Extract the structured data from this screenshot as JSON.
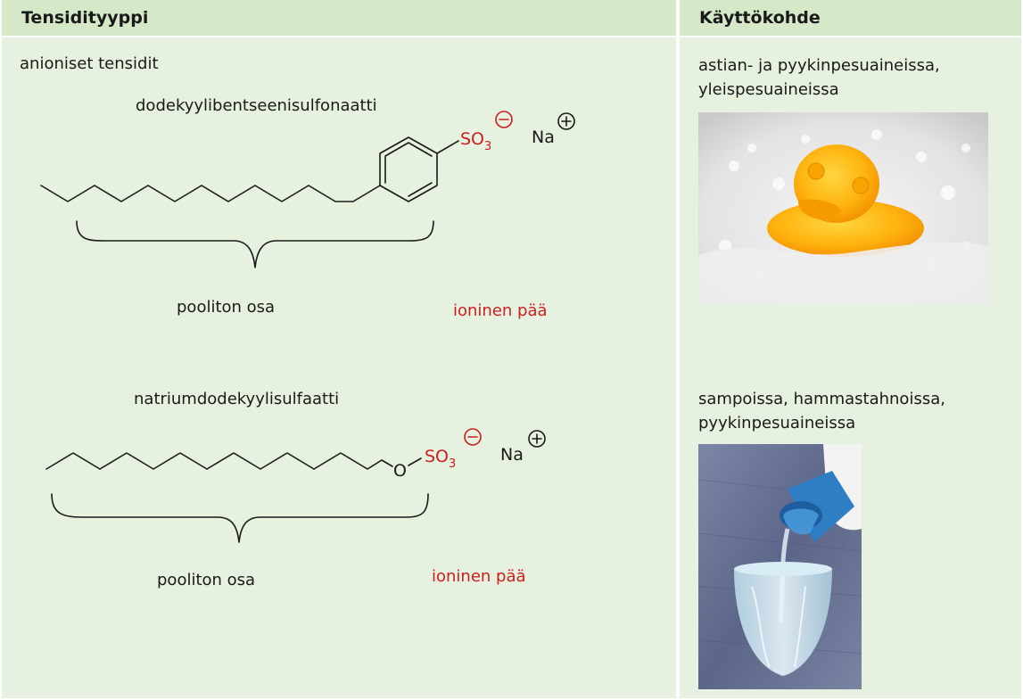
{
  "table": {
    "header_type": "Tensidityyppi",
    "header_use": "Käyttökohde"
  },
  "left": {
    "category": "anioniset tensidit",
    "compound1": {
      "name": "dodekyylibentseenisulfonaatti",
      "group": "SO",
      "group_sub": "3",
      "counterion": "Na",
      "nonpolar_label": "pooliton osa",
      "ionic_label": "ioninen pää"
    },
    "compound2": {
      "name": "natriumdodekyylisulfaatti",
      "oxygen": "O",
      "group": "SO",
      "group_sub": "3",
      "counterion": "Na",
      "nonpolar_label": "pooliton osa",
      "ionic_label": "ioninen pää"
    }
  },
  "right": {
    "use1_line1": "astian- ja pyykinpesuaineissa,",
    "use1_line2": "yleispesuaineissa",
    "use2_line1": "sampoissa, hammastahnoissa,",
    "use2_line2": "pyykinpesuaineissa"
  },
  "colors": {
    "header_bg": "#d5e8c8",
    "cell_bg": "#e7f1df",
    "ionic_red": "#cc1f1f"
  }
}
